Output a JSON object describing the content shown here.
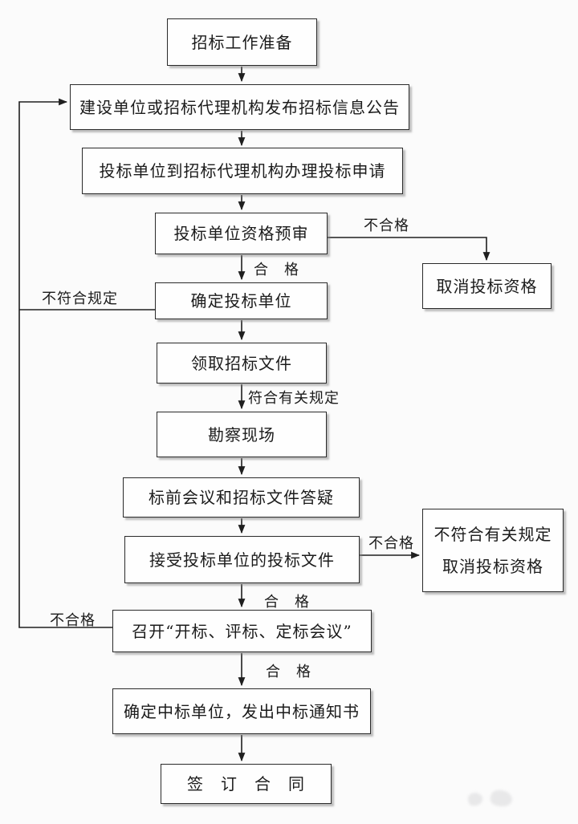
{
  "diagram": {
    "type": "flowchart",
    "language": "zh-CN",
    "nodes": {
      "prepare": {
        "label": "招标工作准备"
      },
      "announce": {
        "label": "建设单位或招标代理机构发布招标信息公告"
      },
      "apply": {
        "label": "投标单位到招标代理机构办理投标申请"
      },
      "prequalify": {
        "label": "投标单位资格预审"
      },
      "confirm_bidders": {
        "label": "确定投标单位"
      },
      "collect_docs": {
        "label": "领取招标文件"
      },
      "site_survey": {
        "label": "勘察现场"
      },
      "pre_bid_meeting": {
        "label": "标前会议和招标文件答疑"
      },
      "receive_bids": {
        "label": "接受投标单位的投标文件"
      },
      "bid_meeting": {
        "label": "召开“开标、评标、定标会议”"
      },
      "award": {
        "label": "确定中标单位，发出中标通知书"
      },
      "sign_contract": {
        "label": "签　订　合　同"
      },
      "cancel_qualification": {
        "label": "取消投标资格"
      },
      "cancel_qualification2": {
        "line1": "不符合有关规定",
        "line2": "取消投标资格"
      }
    },
    "edge_labels": {
      "prequalify_fail": "不合格",
      "prequalify_pass": "合　格",
      "confirm_fail": "不符合规定",
      "collect_pass": "符合有关规定",
      "receive_fail": "不合格",
      "receive_pass": "合　格",
      "meeting_fail": "不合格",
      "meeting_pass": "合　格"
    },
    "colors": {
      "background": "#fbfbfb",
      "box_fill": "#fefefe",
      "box_border": "#2a2a2a",
      "line": "#1f1f1f",
      "text": "#1b1b1b"
    }
  }
}
